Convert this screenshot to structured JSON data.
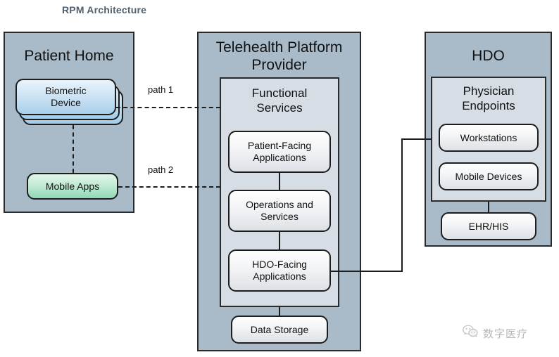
{
  "title": "RPM Architecture",
  "theme": {
    "title_color": "#52606d",
    "zone_fill": "#a9bbc9",
    "group_fill": "#d6dde5",
    "stroke": "#1d1d1d",
    "node_grey_top": "#fdfdfd",
    "node_grey_bottom": "#dfe3e8",
    "node_blue_top": "#e9f3fb",
    "node_blue_bottom": "#a9cfea",
    "node_green_top": "#e2f6ea",
    "node_green_bottom": "#8fd9b6"
  },
  "zones": {
    "patient_home": {
      "title": "Patient Home",
      "nodes": {
        "biometric_device": "Biometric\nDevice",
        "biometric_device_line1": "Biometric",
        "biometric_device_line2": "Device",
        "mobile_apps": "Mobile Apps"
      }
    },
    "telehealth": {
      "title_line1": "Telehealth Platform",
      "title_line2": "Provider",
      "group": {
        "title_line1": "Functional",
        "title_line2": "Services",
        "nodes": {
          "patient_facing_line1": "Patient-Facing",
          "patient_facing_line2": "Applications",
          "operations_line1": "Operations and",
          "operations_line2": "Services",
          "hdo_facing_line1": "HDO-Facing",
          "hdo_facing_line2": "Applications"
        }
      },
      "nodes": {
        "data_storage": "Data Storage"
      }
    },
    "hdo": {
      "title": "HDO",
      "group": {
        "title_line1": "Physician",
        "title_line2": "Endpoints",
        "nodes": {
          "workstations": "Workstations",
          "mobile_devices": "Mobile Devices"
        }
      },
      "nodes": {
        "ehr_his": "EHR/HIS"
      }
    }
  },
  "connectors": {
    "path1_label": "path 1",
    "path2_label": "path 2"
  },
  "watermark": {
    "icon": "wechat-icon",
    "text": "数字医疗"
  }
}
